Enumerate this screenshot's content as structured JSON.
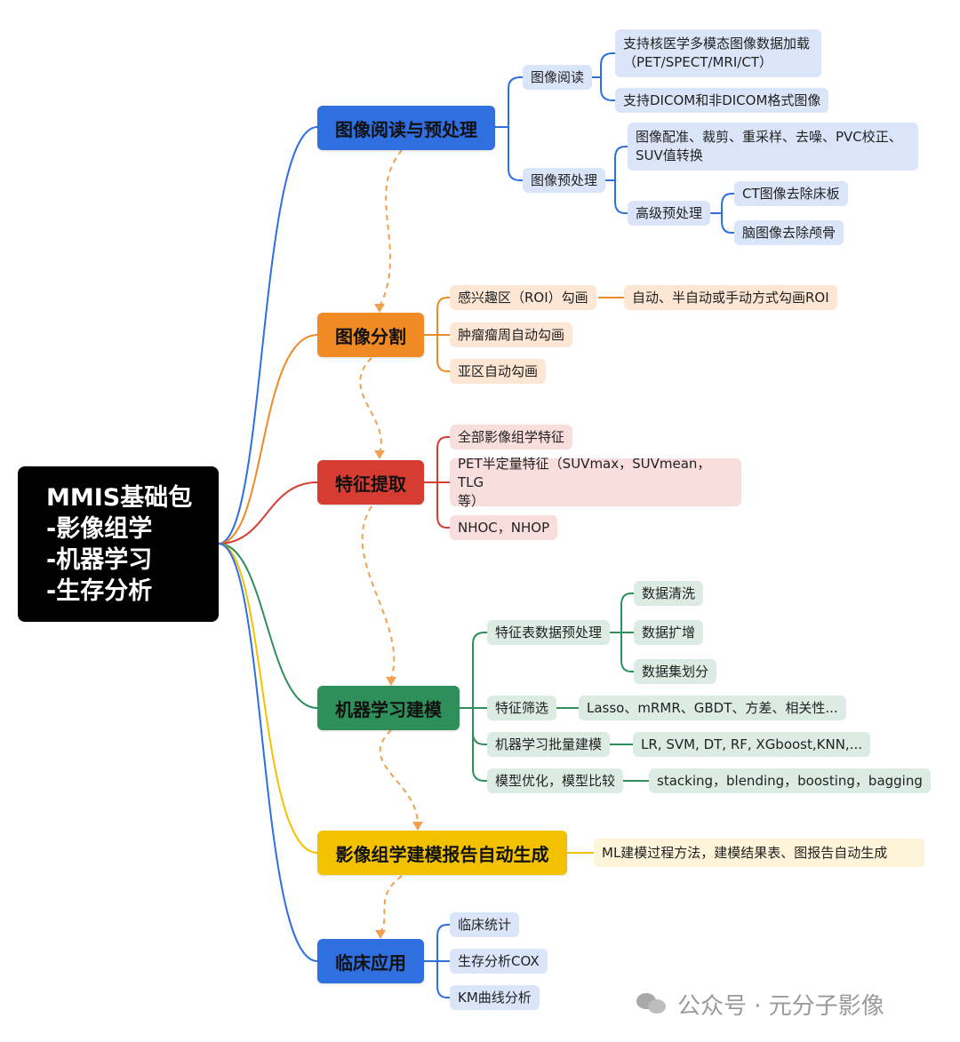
{
  "root": {
    "lines": [
      "MMIS基础包",
      "-影像组学",
      "-机器学习",
      "-生存分析"
    ]
  },
  "colors": {
    "blue": "#2f6fe0",
    "orange": "#f08a24",
    "red": "#d63c32",
    "green": "#2f8f5a",
    "yellow": "#f2c200",
    "root": "#000000",
    "flow": "#f0a050"
  },
  "nodes": {
    "read": {
      "title": "图像阅读与预处理",
      "reading": {
        "label": "图像阅读",
        "items": [
          "支持核医学多模态图像数据加载",
          "（PET/SPECT/MRI/CT）",
          "支持DICOM和非DICOM格式图像"
        ]
      },
      "preprocess": {
        "label": "图像预处理",
        "basic": [
          "图像配准、裁剪、重采样、去噪、PVC校正、",
          "SUV值转换"
        ],
        "advanced": {
          "label": "高级预处理",
          "items": [
            "CT图像去除床板",
            "脑图像去除颅骨"
          ]
        }
      }
    },
    "seg": {
      "title": "图像分割",
      "roi": "感兴趣区（ROI）勾画",
      "roi_detail": "自动、半自动或手动方式勾画ROI",
      "tumor": "肿瘤瘤周自动勾画",
      "subregion": "亚区自动勾画"
    },
    "feat": {
      "title": "特征提取",
      "all": "全部影像组学特征",
      "pet": [
        "PET半定量特征（SUVmax，SUVmean，TLG",
        "等）"
      ],
      "nhoc": "NHOC，NHOP"
    },
    "ml": {
      "title": "机器学习建模",
      "pre": {
        "label": "特征表数据预处理",
        "items": [
          "数据清洗",
          "数据扩增",
          "数据集划分"
        ]
      },
      "select": {
        "label": "特征筛选",
        "detail": "Lasso、mRMR、GBDT、方差、相关性..."
      },
      "batch": {
        "label": "机器学习批量建模",
        "detail": "LR, SVM, DT, RF, XGboost,KNN,..."
      },
      "opt": {
        "label": "模型优化，模型比较",
        "detail": "stacking，blending，boosting，bagging"
      }
    },
    "report": {
      "title": "影像组学建模报告自动生成",
      "detail": "ML建模过程方法，建模结果表、图报告自动生成"
    },
    "clinic": {
      "title": "临床应用",
      "items": [
        "临床统计",
        "生存分析COX",
        "KM曲线分析"
      ]
    }
  },
  "watermark": {
    "text": "公众号 · 元分子影像",
    "icon": "wechat-icon"
  }
}
